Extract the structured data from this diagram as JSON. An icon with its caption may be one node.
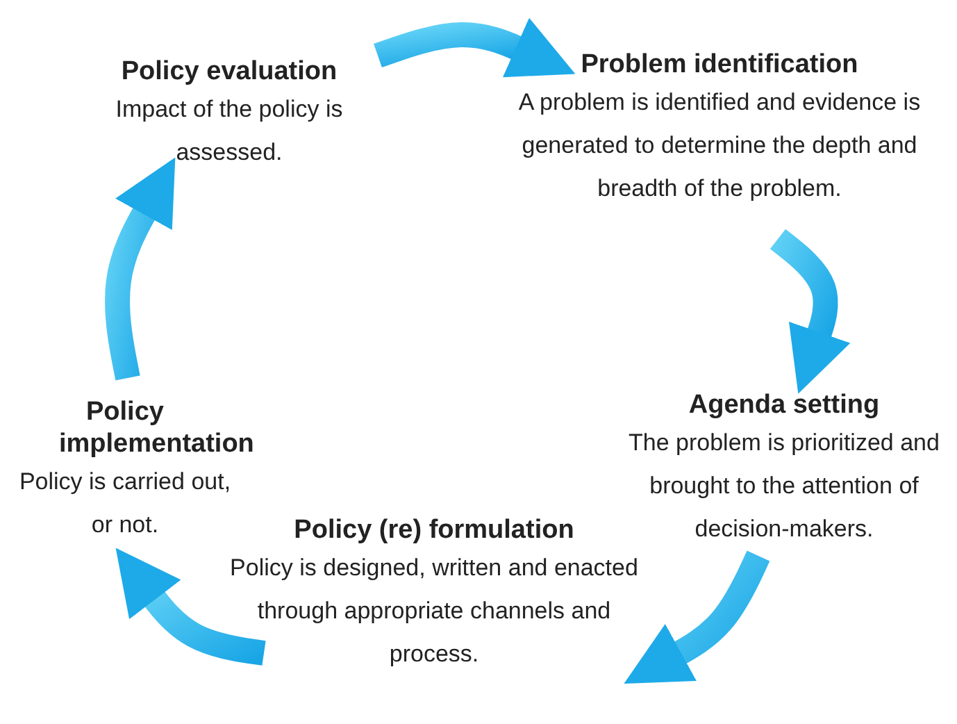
{
  "diagram": {
    "nodes": [
      {
        "text": [
          "Policy evaluation",
          "Impact of the policy is assessed."
        ]
      },
      {
        "text": [
          "Problem identification",
          "A problem is identified and evidence is generated to determine the depth and breadth of the problem."
        ]
      },
      {
        "text": [
          "Agenda setting",
          "The problem is prioritized and brought to the attention of decision-makers."
        ]
      },
      {
        "text": [
          "Policy (re) formulation",
          "Policy is designed, written and enacted through appropriate channels and process."
        ]
      },
      {
        "text": [
          "Policy implementation",
          "Policy is carried out, or not."
        ]
      }
    ],
    "edges": [
      {
        "from": 0,
        "to": 1,
        "arrow": "to",
        "style": "thick"
      },
      {
        "from": 1,
        "to": 2,
        "arrow": "to",
        "style": "thick"
      },
      {
        "from": 2,
        "to": 3,
        "arrow": "to",
        "style": "thick"
      },
      {
        "from": 3,
        "to": 4,
        "arrow": "to",
        "style": "thick"
      },
      {
        "from": 4,
        "to": 0,
        "arrow": "to",
        "style": "thick"
      }
    ]
  }
}
